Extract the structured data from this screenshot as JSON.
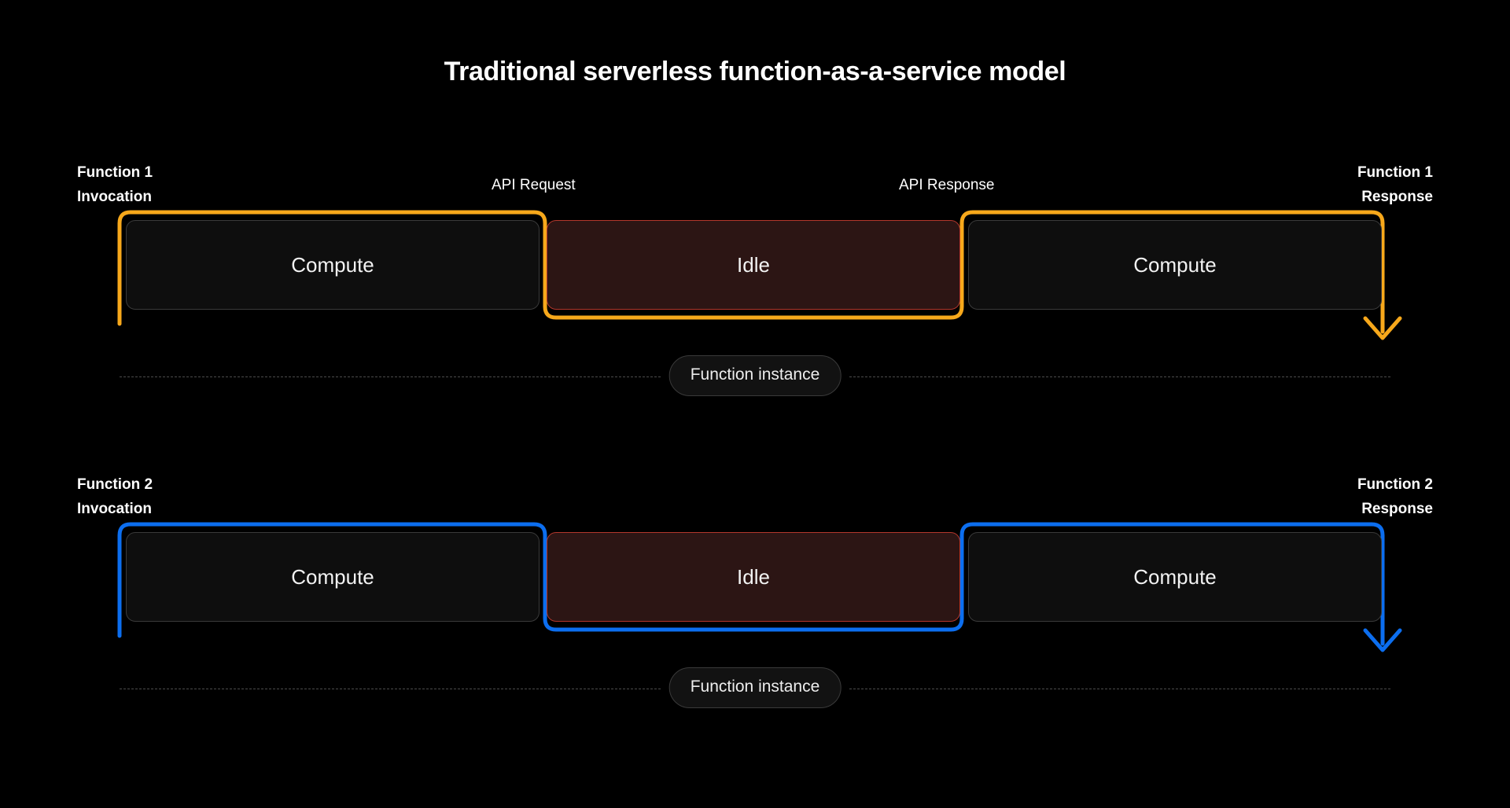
{
  "page": {
    "title": "Traditional serverless function-as-a-service model",
    "background_color": "#000000"
  },
  "colors": {
    "accent_function_1": "#F7A81B",
    "accent_function_2": "#0C6EEF",
    "idle_fill": "#2C1514",
    "idle_border": "#B3372C",
    "compute_fill": "#0E0E0E",
    "compute_border": "#3A3A3A",
    "dash_line": "#4C4C4C",
    "text": "#FFFFFF"
  },
  "rows": [
    {
      "id": "function-1",
      "accent": "#F7A81B",
      "labels": {
        "left_line1": "Function 1",
        "left_line2": "Invocation",
        "center_left": "API Request",
        "center_right": "API Response",
        "right_line1": "Function 1",
        "right_line2": "Response"
      },
      "segments": [
        {
          "kind": "compute",
          "label": "Compute"
        },
        {
          "kind": "idle",
          "label": "Idle"
        },
        {
          "kind": "compute",
          "label": "Compute"
        }
      ],
      "instance_label": "Function instance"
    },
    {
      "id": "function-2",
      "accent": "#0C6EEF",
      "labels": {
        "left_line1": "Function 2",
        "left_line2": "Invocation",
        "center_left": "",
        "center_right": "",
        "right_line1": "Function 2",
        "right_line2": "Response"
      },
      "segments": [
        {
          "kind": "compute",
          "label": "Compute"
        },
        {
          "kind": "idle",
          "label": "Idle"
        },
        {
          "kind": "compute",
          "label": "Compute"
        }
      ],
      "instance_label": "Function instance"
    }
  ]
}
